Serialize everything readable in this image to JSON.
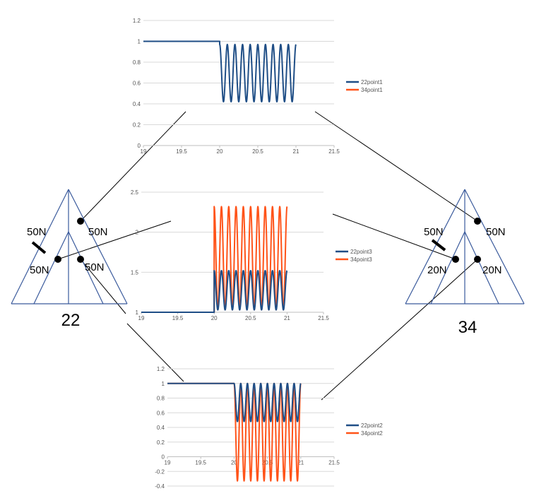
{
  "colors": {
    "series_22": "#1f4e86",
    "series_34": "#ff5319",
    "truss": "#3a5a9c",
    "grid": "#d9d9d9"
  },
  "diagrams": [
    {
      "id": "22",
      "title": "22",
      "labels": [
        "50N",
        "50N",
        "50N",
        "50N"
      ]
    },
    {
      "id": "34",
      "title": "34",
      "labels": [
        "50N",
        "50N",
        "20N",
        "20N"
      ]
    }
  ],
  "chart_data": [
    {
      "id": "point1",
      "type": "line",
      "title": "",
      "xlabel": "",
      "ylabel": "",
      "xlim": [
        19,
        21.5
      ],
      "ylim": [
        0,
        1.2
      ],
      "xticks": [
        "19",
        "19.5",
        "20",
        "20.5",
        "21",
        "21.5"
      ],
      "yticks": [
        "0",
        "0.2",
        "0.4",
        "0.6",
        "0.8",
        "1",
        "1.2"
      ],
      "grid": true,
      "legend": "right",
      "series": [
        {
          "name": "22point1",
          "x": [
            19,
            20
          ],
          "y": [
            1,
            1
          ],
          "osc": {
            "start": 20,
            "end": 21,
            "cycles": 10,
            "hi": 0.97,
            "lo": 0.42
          }
        },
        {
          "name": "34point1",
          "x": [],
          "y": []
        }
      ]
    },
    {
      "id": "point3",
      "type": "line",
      "title": "",
      "xlabel": "",
      "ylabel": "",
      "xlim": [
        19,
        21.5
      ],
      "ylim": [
        1,
        2.5
      ],
      "xticks": [
        "19",
        "19.5",
        "20",
        "20.5",
        "21",
        "21.5"
      ],
      "yticks": [
        "1",
        "1.5",
        "2",
        "2.5"
      ],
      "grid": true,
      "legend": "right",
      "series": [
        {
          "name": "22point3",
          "x": [
            19,
            20
          ],
          "y": [
            1,
            1
          ],
          "osc": {
            "start": 20,
            "end": 21,
            "cycles": 10,
            "hi": 1.52,
            "lo": 1.03
          }
        },
        {
          "name": "34point3",
          "x": [
            19,
            20
          ],
          "y": [
            1,
            1
          ],
          "osc": {
            "start": 20,
            "end": 21,
            "cycles": 10,
            "hi": 2.32,
            "lo": 1.03
          }
        }
      ]
    },
    {
      "id": "point2",
      "type": "line",
      "title": "",
      "xlabel": "",
      "ylabel": "",
      "xlim": [
        19,
        21.5
      ],
      "ylim": [
        -0.4,
        1.2
      ],
      "xticks": [
        "19",
        "19.5",
        "20",
        "20.5",
        "21",
        "21.5"
      ],
      "yticks": [
        "-0.4",
        "-0.2",
        "0",
        "0.2",
        "0.4",
        "0.6",
        "0.8",
        "1",
        "1.2"
      ],
      "grid": true,
      "legend": "right",
      "series": [
        {
          "name": "22point2",
          "x": [
            19,
            20
          ],
          "y": [
            1,
            1
          ],
          "osc": {
            "start": 20,
            "end": 21,
            "cycles": 10,
            "hi": 1.0,
            "lo": 0.48
          }
        },
        {
          "name": "34point2",
          "x": [
            19,
            20
          ],
          "y": [
            1,
            1
          ],
          "osc": {
            "start": 20,
            "end": 21,
            "cycles": 10,
            "hi": 1.0,
            "lo": -0.33
          }
        }
      ]
    }
  ]
}
